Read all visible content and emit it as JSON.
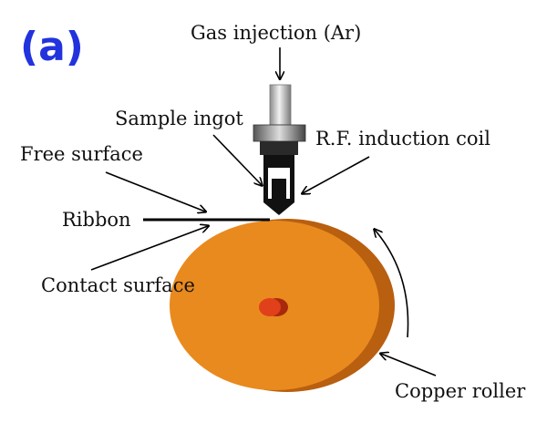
{
  "panel_label": "(a)",
  "labels": {
    "gas_injection": "Gas injection (Ar)",
    "sample_ingot": "Sample ingot",
    "rf_coil": "R.F. induction coil",
    "free_surface": "Free surface",
    "ribbon": "Ribbon",
    "contact_surface": "Contact surface",
    "copper_roller": "Copper roller"
  },
  "colors": {
    "panel_label": "#2233dd",
    "roller_face": "#e98a1e",
    "roller_side": "#b85f10",
    "axle": "#e0401a",
    "nozzle_dark": "#111111",
    "tube_metal": "#c9c9c9"
  }
}
